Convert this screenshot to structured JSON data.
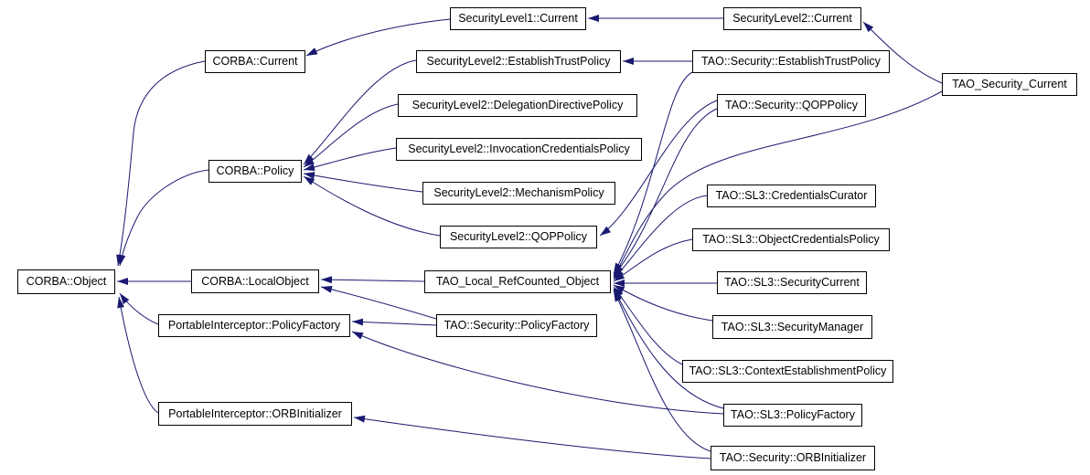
{
  "diagram": {
    "type": "inheritance-graph",
    "colors": {
      "edge": "#191970",
      "node_border": "#000000",
      "node_background": "#ffffff",
      "text": "#000000",
      "background": "#ffffff"
    },
    "nodes": [
      {
        "id": "corba-object",
        "label": "CORBA::Object"
      },
      {
        "id": "corba-current",
        "label": "CORBA::Current"
      },
      {
        "id": "corba-policy",
        "label": "CORBA::Policy"
      },
      {
        "id": "corba-localobject",
        "label": "CORBA::LocalObject"
      },
      {
        "id": "portableinterceptor-policyfactory",
        "label": "PortableInterceptor::PolicyFactory"
      },
      {
        "id": "portableinterceptor-orbinitializer",
        "label": "PortableInterceptor::ORBInitializer"
      },
      {
        "id": "securitylevel1-current",
        "label": "SecurityLevel1::Current"
      },
      {
        "id": "securitylevel2-establishtrustpolicy",
        "label": "SecurityLevel2::EstablishTrustPolicy"
      },
      {
        "id": "securitylevel2-delegationdirectivepolicy",
        "label": "SecurityLevel2::DelegationDirectivePolicy"
      },
      {
        "id": "securitylevel2-invocationcredentialspolicy",
        "label": "SecurityLevel2::InvocationCredentialsPolicy"
      },
      {
        "id": "securitylevel2-mechanismpolicy",
        "label": "SecurityLevel2::MechanismPolicy"
      },
      {
        "id": "securitylevel2-qoppolicy",
        "label": "SecurityLevel2::QOPPolicy"
      },
      {
        "id": "tao-local-refcounted-object",
        "label": "TAO_Local_RefCounted_Object"
      },
      {
        "id": "tao-security-policyfactory",
        "label": "TAO::Security::PolicyFactory"
      },
      {
        "id": "securitylevel2-current",
        "label": "SecurityLevel2::Current"
      },
      {
        "id": "tao-security-establishtrustpolicy",
        "label": "TAO::Security::EstablishTrustPolicy"
      },
      {
        "id": "tao-security-qoppolicy",
        "label": "TAO::Security::QOPPolicy"
      },
      {
        "id": "tao-sl3-credentialscurator",
        "label": "TAO::SL3::CredentialsCurator"
      },
      {
        "id": "tao-sl3-objectcredentialspolicy",
        "label": "TAO::SL3::ObjectCredentialsPolicy"
      },
      {
        "id": "tao-sl3-securitycurrent",
        "label": "TAO::SL3::SecurityCurrent"
      },
      {
        "id": "tao-sl3-securitymanager",
        "label": "TAO::SL3::SecurityManager"
      },
      {
        "id": "tao-sl3-contextestablishmentpolicy",
        "label": "TAO::SL3::ContextEstablishmentPolicy"
      },
      {
        "id": "tao-sl3-policyfactory",
        "label": "TAO::SL3::PolicyFactory"
      },
      {
        "id": "tao-security-orbinitializer",
        "label": "TAO::Security::ORBInitializer"
      },
      {
        "id": "tao-security-current",
        "label": "TAO_Security_Current"
      }
    ],
    "edges": [
      {
        "from": "securitylevel1-current",
        "to": "corba-current"
      },
      {
        "from": "securitylevel2-current",
        "to": "securitylevel1-current"
      },
      {
        "from": "tao-security-current",
        "to": "securitylevel2-current"
      },
      {
        "from": "corba-current",
        "to": "corba-object"
      },
      {
        "from": "corba-policy",
        "to": "corba-object"
      },
      {
        "from": "corba-localobject",
        "to": "corba-object"
      },
      {
        "from": "portableinterceptor-policyfactory",
        "to": "corba-object"
      },
      {
        "from": "portableinterceptor-orbinitializer",
        "to": "corba-object"
      },
      {
        "from": "securitylevel2-establishtrustpolicy",
        "to": "corba-policy"
      },
      {
        "from": "securitylevel2-delegationdirectivepolicy",
        "to": "corba-policy"
      },
      {
        "from": "securitylevel2-invocationcredentialspolicy",
        "to": "corba-policy"
      },
      {
        "from": "securitylevel2-mechanismpolicy",
        "to": "corba-policy"
      },
      {
        "from": "securitylevel2-qoppolicy",
        "to": "corba-policy"
      },
      {
        "from": "tao-security-establishtrustpolicy",
        "to": "securitylevel2-establishtrustpolicy"
      },
      {
        "from": "tao-security-qoppolicy",
        "to": "securitylevel2-qoppolicy"
      },
      {
        "from": "tao-local-refcounted-object",
        "to": "corba-localobject"
      },
      {
        "from": "tao-security-policyfactory",
        "to": "corba-localobject"
      },
      {
        "from": "tao-security-policyfactory",
        "to": "portableinterceptor-policyfactory"
      },
      {
        "from": "tao-sl3-policyfactory",
        "to": "portableinterceptor-policyfactory"
      },
      {
        "from": "tao-security-orbinitializer",
        "to": "portableinterceptor-orbinitializer"
      },
      {
        "from": "tao-security-establishtrustpolicy",
        "to": "tao-local-refcounted-object"
      },
      {
        "from": "tao-security-qoppolicy",
        "to": "tao-local-refcounted-object"
      },
      {
        "from": "tao-security-current",
        "to": "tao-local-refcounted-object"
      },
      {
        "from": "tao-sl3-credentialscurator",
        "to": "tao-local-refcounted-object"
      },
      {
        "from": "tao-sl3-objectcredentialspolicy",
        "to": "tao-local-refcounted-object"
      },
      {
        "from": "tao-sl3-securitycurrent",
        "to": "tao-local-refcounted-object"
      },
      {
        "from": "tao-sl3-securitymanager",
        "to": "tao-local-refcounted-object"
      },
      {
        "from": "tao-sl3-contextestablishmentpolicy",
        "to": "tao-local-refcounted-object"
      },
      {
        "from": "tao-sl3-policyfactory",
        "to": "tao-local-refcounted-object"
      },
      {
        "from": "tao-security-orbinitializer",
        "to": "tao-local-refcounted-object"
      }
    ]
  }
}
